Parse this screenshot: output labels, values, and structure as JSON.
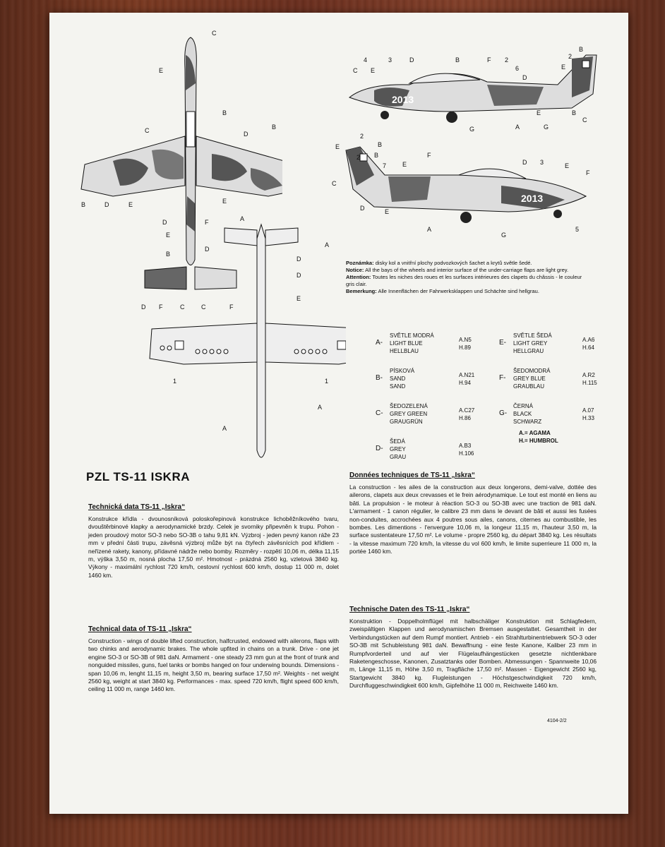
{
  "note": {
    "cz_label": "Poznámka:",
    "cz_text": "disky kol a vnitřní plochy podvozkových šachet a krytů světle šedé.",
    "en_label": "Notice:",
    "en_text": "All the bays of the wheels and interior surface of the under-carriage flaps are light grey.",
    "fr_label": "Attention:",
    "fr_text": "Toutes les niches des roues et les surfaces intérieures des clapets du châssis - le couleur gris clair.",
    "de_label": "Bemerkung:",
    "de_text": "Alle Innenflächen der Fahrwerksklappen und Schächte sind hellgrau."
  },
  "paints": [
    {
      "key": "A-",
      "cz": "SVĚTLE MODRÁ",
      "en": "LIGHT BLUE",
      "de": "HELLBLAU",
      "a": "A.N5",
      "h": "H.89"
    },
    {
      "key": "B-",
      "cz": "PÍSKOVÁ",
      "en": "SAND",
      "de": "SAND",
      "a": "A.N21",
      "h": "H.94"
    },
    {
      "key": "C-",
      "cz": "ŠEDOZELENÁ",
      "en": "GREY GREEN",
      "de": "GRAUGRÜN",
      "a": "A.C27",
      "h": "H.86"
    },
    {
      "key": "D-",
      "cz": "ŠEDÁ",
      "en": "GREY",
      "de": "GRAU",
      "a": "A.B3",
      "h": "H.106"
    },
    {
      "key": "E-",
      "cz": "SVĚTLE ŠEDÁ",
      "en": "LIGHT GREY",
      "de": "HELLGRAU",
      "a": "A.A6",
      "h": "H.64"
    },
    {
      "key": "F-",
      "cz": "ŠEDOMODRÁ",
      "en": "GREY BLUE",
      "de": "GRAUBLAU",
      "a": "A.R2",
      "h": "H.115"
    },
    {
      "key": "G-",
      "cz": "ČERNÁ",
      "en": "BLACK",
      "de": "SCHWARZ",
      "a": "A.07",
      "h": "H.33"
    }
  ],
  "legend": {
    "agama": "A.= AGAMA",
    "humbrol": "H.= HUMBROL"
  },
  "title": "PZL TS-11 ISKRA",
  "sections": {
    "cz": {
      "title": "Technická data TS-11 „Iskra“",
      "body": "Konstrukce křídla - dvounosníková poloskořepinová konstrukce lichoběžníkového tvaru, dvouštěrbinové klapky a aerodynamické brzdy. Celek je svornikу připevněn k trupu. Pohon - jeden proudový motor SO-3 nebo SO-3B o tahu 9,81 kN. Výzbroj - jeden pevný kanon ráže 23 mm v přední části trupu, závěsná výzbroj může být na čtyřech závěsnících pod křídlem - neřízené rakety, kanony, přídavné nádrže nebo bomby. Rozměry - rozpětí 10,06 m, délka 11,15 m, výška 3,50 m, nosná plocha 17,50 m². Hmotnost - prázdná 2560 kg, vzletová 3840 kg. Výkony - maximální rychlost 720 km/h, cestovní rychlost 600 km/h, dostup 11 000 m, dolet 1460 km."
    },
    "en": {
      "title": "Technical data of TS-11 „Iskra“",
      "body": "Construction - wings of double lifted construction, halfcrusted, endowed with ailerons, flaps with two chinks and aerodynamic brakes. The whole upfited in chains on a trunk. Drive - one jet engine SO-3 or SO-3B of 981 daN. Armament - one steady 23 mm gun at the front of trunk and nonguided missiles, guns, fuel tanks or bombs hanged on four underwing bounds. Dimensions - span 10,06 m, lenght 11,15 m, height 3,50 m, bearing surface 17,50 m². Weights - net weight 2560 kg, weight at start 3840 kg. Performances - max. speed 720 km/h, flight speed 600 km/h, ceiling 11 000 m, range 1460 km."
    },
    "fr": {
      "title": "Données techniques de TS-11 „Iskra“",
      "body": "La construction - les ailes de la construction aux deux longerons, demi-valve, dottée des ailerons, clapets aux deux crevasses et le frein aérodynamique. Le tout est monté en liens au bâti. La propulsion - le moteur à réaction SO-3 ou SO-3B avec une traction de 981 daN. L'armament - 1 canon régulier, le calibre 23 mm dans le devant de bâti et aussi les fusées non-conduites, accrochées aux 4 poutres sous ailes, canons, citernes au combustible, les bombes. Les dimentions - l'envergure 10,06 m, la longeur 11,15 m, l'hauteur 3,50 m, la surface sustentateure 17,50 m². Le volume - propre 2560 kg, du départ 3840 kg. Les résultats - la vitesse maximum 720 km/h, la vitesse du vol 600 km/h, le limite superrieure 11 000 m, la portée 1460 km."
    },
    "de": {
      "title": "Technische Daten des TS-11 „Iskra“",
      "body": "Konstruktion - Doppelholmflügel mit halbschäliger Konstruktion mit Schlagfedern, zweispältigen Klappen und aerodynamischen Bremsen ausgestattet. Gesamtheit in der Verbindungstücken auf dem Rumpf montiert. Antrieb - ein Strahlturbinentriebwerk SO-3 oder SO-3B mit Schubleistung 981 daN. Bewaffnung - eine feste Kanone, Kaliber 23 mm in Rumpfvorderteil und auf vier Flügelaufhängestücken gesetzte nichtlenkbare Raketengeschosse, Kanonen, Zusatztanks oder Bomben. Abmessungen - Spannweite 10,06 m, Länge 11,15 m, Höhe 3,50 m, Tragfläche 17,50 m². Massen - Eigengewicht 2560 kg, Startgewicht 3840 kg. Flugleistungen - Höchstgeschwindigkeit 720 km/h, Durchfluggeschwindigkeit 600 km/h, Gipfelhöhe 11 000 m, Reichweite 1460 km."
    }
  },
  "code": "4104-2/2",
  "aircraft_number": "2013",
  "callout_letters": [
    "A",
    "B",
    "C",
    "D",
    "E",
    "F",
    "G"
  ],
  "callout_numbers": [
    "1",
    "2",
    "3",
    "4",
    "5",
    "6",
    "7"
  ]
}
